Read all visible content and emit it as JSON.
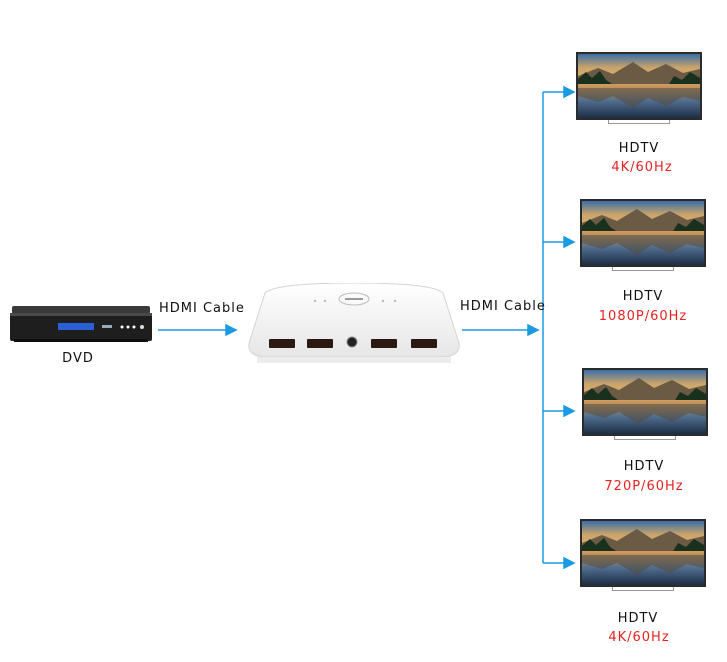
{
  "source": {
    "label": "DVD"
  },
  "cables": {
    "input_label": "HDMI Cable",
    "output_label": "HDMI Cable"
  },
  "displays": [
    {
      "name": "HDTV",
      "resolution": "4K/60Hz"
    },
    {
      "name": "HDTV",
      "resolution": "1080P/60Hz"
    },
    {
      "name": "HDTV",
      "resolution": "720P/60Hz"
    },
    {
      "name": "HDTV",
      "resolution": "4K/60Hz"
    }
  ],
  "colors": {
    "arrow": "#1b9ae0",
    "resolution_text": "#e4231f"
  },
  "icons": [
    "dvd-player-icon",
    "hdmi-splitter-icon",
    "hdtv-icon"
  ]
}
